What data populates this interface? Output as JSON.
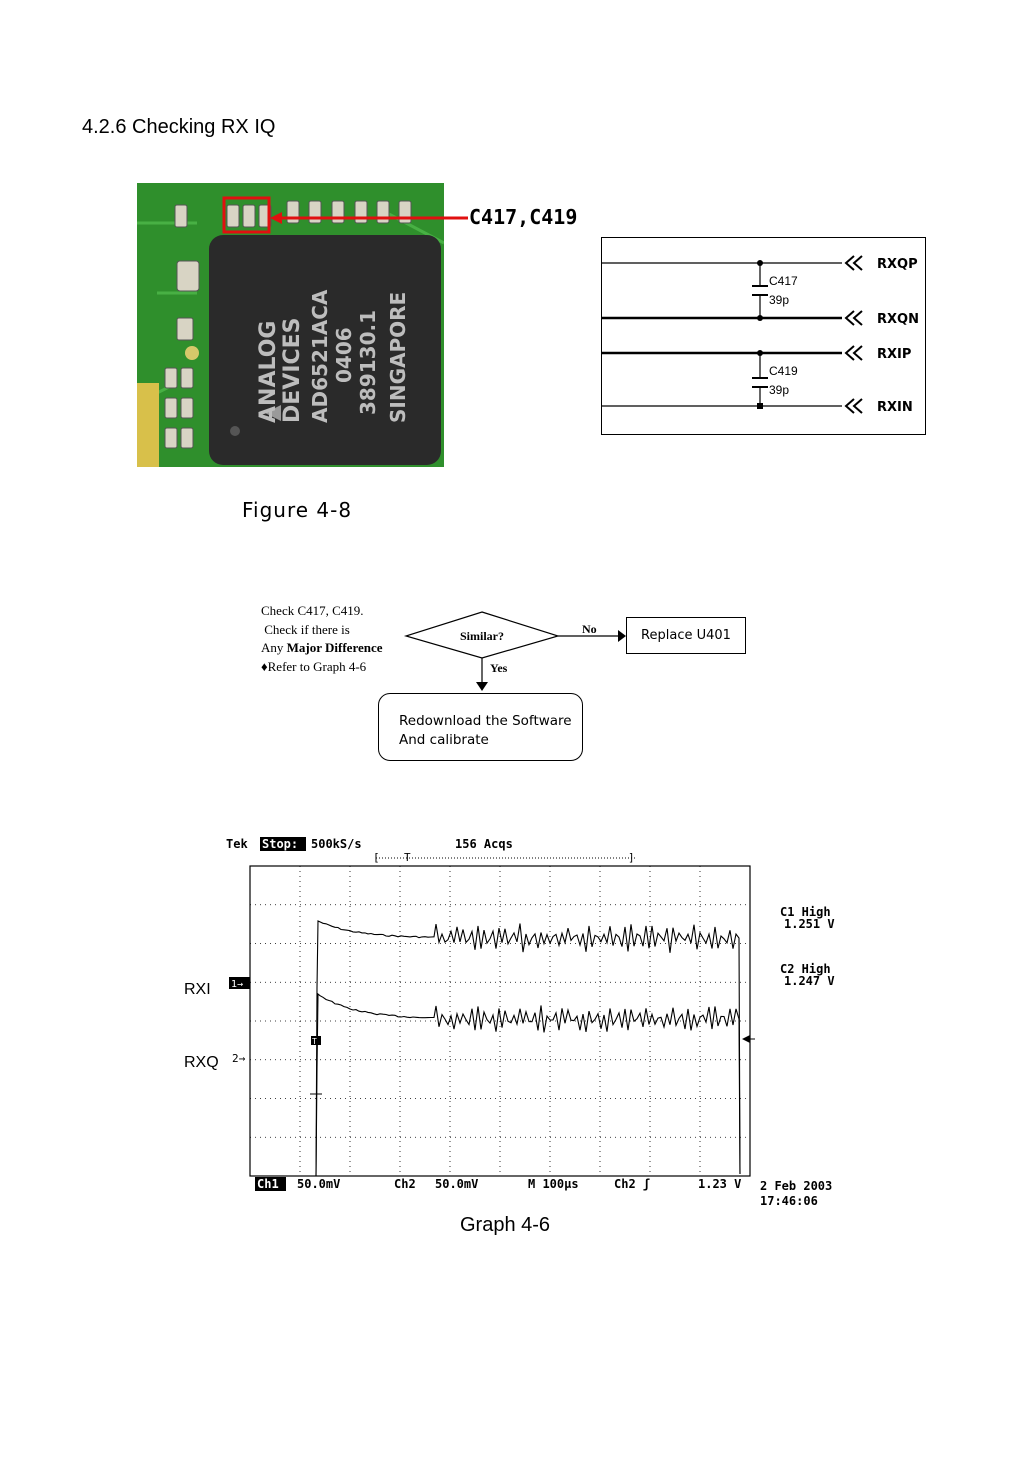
{
  "heading": "4.2.6 Checking RX IQ",
  "pcb_photo": {
    "chip_text": [
      "ANALOG",
      "DEVICES",
      "AD6521ACA",
      "0406",
      "389130.1",
      "SINGAPORE"
    ],
    "callout": "C417,C419",
    "colors": {
      "board": "#2f8f2c",
      "chip": "#2a2a2a",
      "marker": "#e11010"
    }
  },
  "schematic": {
    "nets": [
      "RXQP",
      "RXQN",
      "RXIP",
      "RXIN"
    ],
    "caps": [
      {
        "ref": "C417",
        "value": "39p"
      },
      {
        "ref": "C419",
        "value": "39p"
      }
    ]
  },
  "figure_caption": "Figure 4-8",
  "flowchart": {
    "note_lines": [
      "Check C417, C419.",
      " Check if there is",
      "Any ",
      "Major Difference",
      "♦Refer to Graph 4-6"
    ],
    "decision": "Similar?",
    "no_label": "No",
    "yes_label": "Yes",
    "no_action": "Replace U401",
    "yes_action_lines": [
      "Redownload the Software",
      "And calibrate"
    ]
  },
  "scope": {
    "brand": "Tek",
    "state": "Stop:",
    "rate": "500kS/s",
    "acqs": "156 Acqs",
    "trigger_marker": "T",
    "ch1_label": "RXI",
    "ch2_label": "RXQ",
    "ch1_marker": "1→",
    "ch2_marker": "2→",
    "meas": [
      {
        "name": "C1 High",
        "value": "1.251 V"
      },
      {
        "name": "C2 High",
        "value": "1.247 V"
      }
    ],
    "footer": {
      "ch1": "Ch1",
      "ch1_scale": "50.0mV",
      "ch2": "Ch2",
      "ch2_scale": "50.0mV",
      "timebase": "M 100µs",
      "trig": "Ch2 ʃ",
      "trig_level": "1.23 V",
      "date": "2 Feb 2003",
      "time": "17:46:06"
    }
  },
  "graph_caption": "Graph 4-6"
}
